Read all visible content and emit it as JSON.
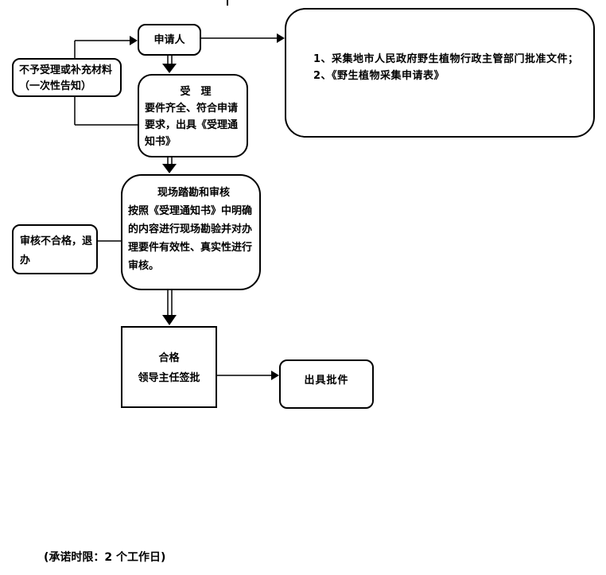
{
  "diagram": {
    "nodes": {
      "applicant": {
        "label": "申请人"
      },
      "reject_notice": {
        "lines": [
          "不予受理或补充材料",
          "（一次性告知）"
        ]
      },
      "accept": {
        "title": "受　理",
        "lines": [
          "要件齐全、符合申请",
          "要求，出具《受理通",
          "知书》"
        ]
      },
      "required_documents": {
        "lines": [
          "1、采集地市人民政府野生植物行政主管部门批准文件；",
          "2、《野生植物采集申请表》"
        ]
      },
      "site_survey": {
        "title": "现场踏勘和审核",
        "lines": [
          "按照《受理通知书》中明确",
          "的内容进行现场勘验并对办",
          "理要件有效性、真实性进行",
          "审核。"
        ]
      },
      "review_fail": {
        "label": "审核不合格，退办"
      },
      "qualified": {
        "lines": [
          "合格",
          "领导主任签批"
        ]
      },
      "issue_approval": {
        "label": "出具批件"
      }
    },
    "footer_note": "(承诺时限：2 个工作日)"
  }
}
